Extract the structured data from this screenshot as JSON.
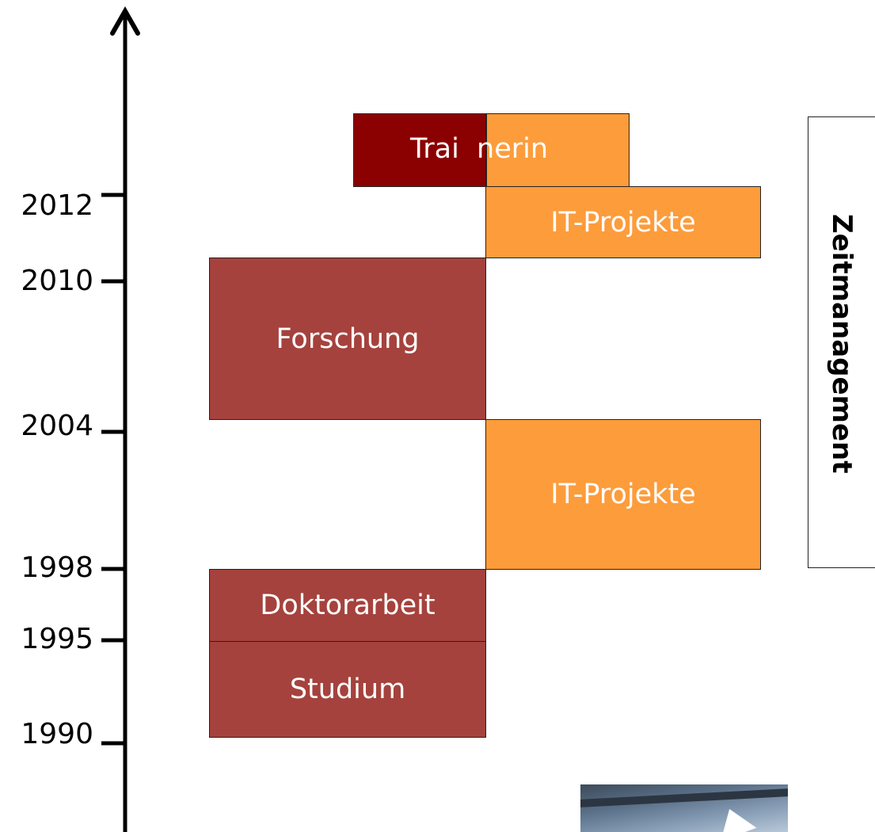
{
  "axis": {
    "years": [
      "2012",
      "2010",
      "2004",
      "1998",
      "1995",
      "1990"
    ]
  },
  "blocks": {
    "studium": "Studium",
    "doktorarbeit": "Doktorarbeit",
    "forschung": "Forschung",
    "it_projekte_1": "IT-Projekte",
    "it_projekte_2": "IT-Projekte",
    "trainerin": "Trai  nerin"
  },
  "side_label": "Zeitmanagement",
  "colors": {
    "dark_red": "#a5423d",
    "orange": "#fd9c3b",
    "maroon": "#8b0000",
    "axis": "#000000"
  },
  "photo": {
    "icon": "photo-thumbnail"
  }
}
